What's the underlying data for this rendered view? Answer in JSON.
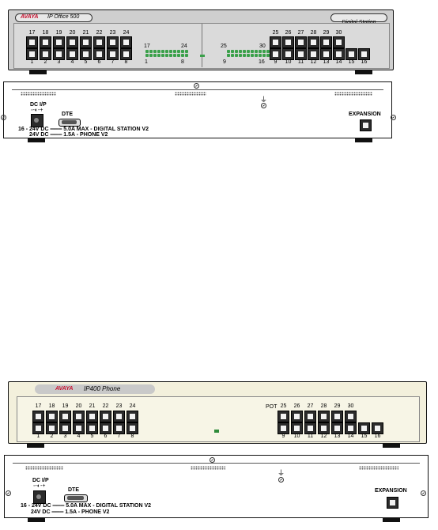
{
  "unit1": {
    "logo": "AVAYA",
    "model": "IP Office 500",
    "badge": "Digital Station",
    "top_ports": [
      "17",
      "18",
      "19",
      "20",
      "21",
      "22",
      "23",
      "24"
    ],
    "bottom_ports": [
      "1",
      "2",
      "3",
      "4",
      "5",
      "6",
      "7",
      "8"
    ],
    "right_top_ports": [
      "25",
      "26",
      "27",
      "28",
      "29",
      "30"
    ],
    "right_bottom_ports": [
      "9",
      "10",
      "11",
      "12",
      "13",
      "14",
      "15",
      "16"
    ],
    "led_left_start": "17",
    "led_left_end": "24",
    "led_left_low_start": "1",
    "led_left_low_end": "8",
    "led_right_start": "25",
    "led_right_end": "30",
    "led_right_low_start": "9",
    "led_right_low_end": "16"
  },
  "rear1": {
    "dc_label": "DC I/P",
    "dte_label": "DTE",
    "expansion_label": "EXPANSION",
    "power_line1": "16 - 24V DC ═══ 5.0A MAX - DIGITAL STATION V2",
    "power_line2": "24V DC ═══ 1.5A - PHONE V2"
  },
  "unit2": {
    "logo": "AVAYA",
    "model": "IP400 Phone",
    "top_ports": [
      "17",
      "18",
      "19",
      "20",
      "21",
      "22",
      "23",
      "24"
    ],
    "bottom_ports": [
      "1",
      "2",
      "3",
      "4",
      "5",
      "6",
      "7",
      "8"
    ],
    "pot_label": "POT",
    "right_top_ports": [
      "25",
      "26",
      "27",
      "28",
      "29",
      "30"
    ],
    "right_bottom_ports": [
      "9",
      "10",
      "11",
      "12",
      "13",
      "14",
      "15",
      "16"
    ]
  },
  "rear2": {
    "dc_label": "DC I/P",
    "dte_label": "DTE",
    "expansion_label": "EXPANSION",
    "power_line1": "16 - 24V DC ═══ 5.0A MAX - DIGITAL STATION V2",
    "power_line2": "24V DC ═══ 1.5A - PHONE V2"
  }
}
